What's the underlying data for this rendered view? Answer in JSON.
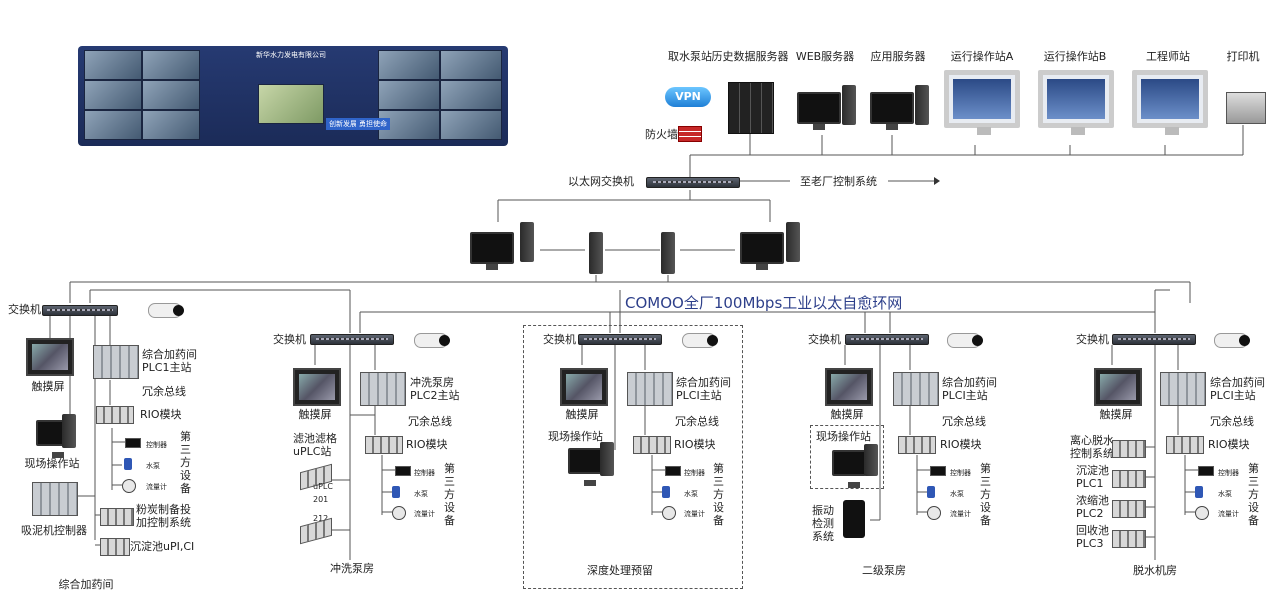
{
  "video_wall": {
    "company": "新华水力发电有限公司",
    "button_a": "创新发展",
    "button_b": "勇担使命"
  },
  "top_devices": {
    "water_station": "取水泵站",
    "vpn": "VPN",
    "firewall": "防火墙",
    "history_server": "历史数据服务器",
    "web_server": "WEB服务器",
    "app_server": "应用服务器",
    "op_station_a": "运行操作站A",
    "op_station_b": "运行操作站B",
    "engineer_station": "工程师站",
    "printer": "打印机"
  },
  "core": {
    "ethernet_switch": "以太网交换机",
    "old_plant": "至老厂控制系统",
    "ring_title": "COMOO全厂100Mbps工业以太自愈环网"
  },
  "groups": [
    {
      "name": "综合加药间",
      "switch": "交换机",
      "touch": "触摸屏",
      "plc": "综合加药间\nPLC1主站",
      "redundant": "冗余总线",
      "rio": "RIO模块",
      "controller": "控制器",
      "pump": "水泵",
      "meter": "流量计",
      "third": "第三方设备",
      "extras": [
        "现场操作站",
        "吸泥机控制器",
        "粉炭制备投\n加控制系统",
        "沉淀池uPI,CI"
      ]
    },
    {
      "name": "冲洗泵房",
      "switch": "交换机",
      "touch": "触摸屏",
      "plc": "冲洗泵房\nPLC2主站",
      "redundant": "冗余总线",
      "rio": "RIO模块",
      "controller": "控制器",
      "pump": "水泵",
      "meter": "流量计",
      "third": "第三方设备",
      "extras": [
        "滤池滤格\nuPLC站",
        "uPLC\n201",
        "212"
      ]
    },
    {
      "name": "深度处理预留",
      "switch": "交换机",
      "touch": "触摸屏",
      "plc": "综合加药间\nPLCI主站",
      "redundant": "冗余总线",
      "rio": "RIO模块",
      "controller": "控制器",
      "pump": "水泵",
      "meter": "流量计",
      "third": "第三方设备",
      "extras": [
        "现场操作站"
      ]
    },
    {
      "name": "二级泵房",
      "switch": "交换机",
      "touch": "触摸屏",
      "plc": "综合加药间\nPLCI主站",
      "redundant": "冗余总线",
      "rio": "RIO模块",
      "controller": "控制器",
      "pump": "水泵",
      "meter": "流量计",
      "third": "第三方设备",
      "extras": [
        "现场操作站",
        "振动\n检测\n系统"
      ]
    },
    {
      "name": "脱水机房",
      "switch": "交换机",
      "touch": "触摸屏",
      "plc": "综合加药间\nPLCI主站",
      "redundant": "冗余总线",
      "rio": "RIO模块",
      "controller": "控制器",
      "pump": "水泵",
      "meter": "流量计",
      "third": "第三方设备",
      "extras": [
        "离心脱水\n控制系统",
        "沉淀池\nPLC1",
        "浓缩池\nPLC2",
        "回收池\nPLC3"
      ]
    }
  ]
}
